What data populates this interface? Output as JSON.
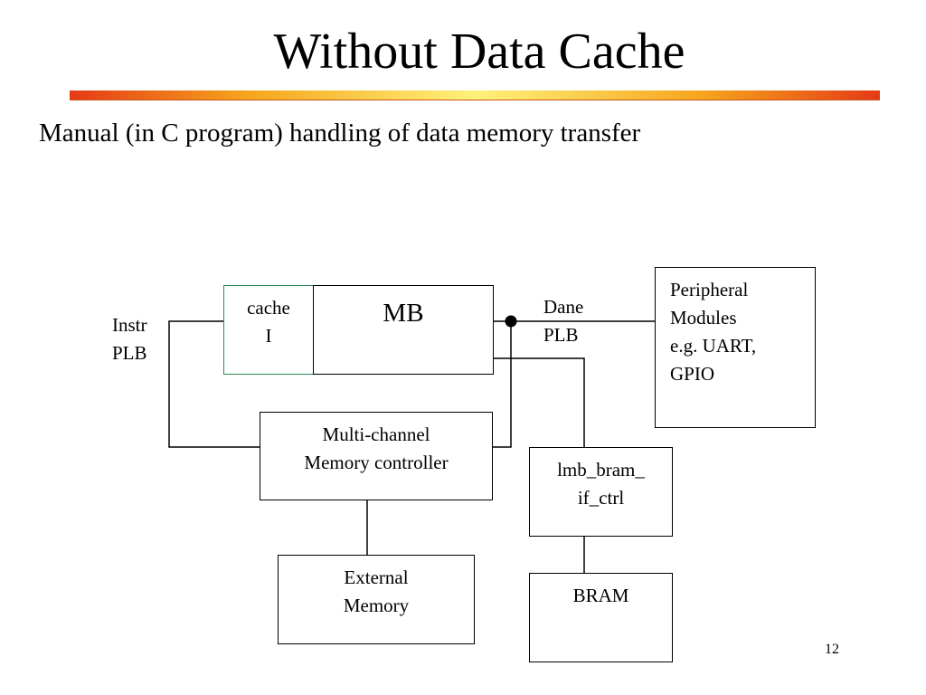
{
  "slide": {
    "title": "Without Data Cache",
    "subtitle": "Manual (in C program) handling of data memory transfer",
    "page_number": "12"
  },
  "diagram": {
    "cache": {
      "line1": "cache",
      "line2": "I"
    },
    "mb": {
      "label": "MB"
    },
    "instr_plb": {
      "line1": "Instr",
      "line2": "PLB"
    },
    "dane_plb": {
      "line1": "Dane",
      "line2": "PLB"
    },
    "peripheral": {
      "line1": "Peripheral",
      "line2": "Modules",
      "line3": "e.g. UART,",
      "line4": "GPIO"
    },
    "memory_controller": {
      "line1": "Multi-channel",
      "line2": "Memory controller"
    },
    "external_memory": {
      "line1": "External",
      "line2": "Memory"
    },
    "lmb_bram": {
      "line1": "lmb_bram_",
      "line2": "if_ctrl"
    },
    "bram": {
      "label": "BRAM"
    }
  },
  "colors": {
    "cache_border": "#2e8b57",
    "title_rule_gradient": [
      "#e53a17",
      "#f6a51c",
      "#fff27a",
      "#f6a51c",
      "#e53a17"
    ]
  }
}
